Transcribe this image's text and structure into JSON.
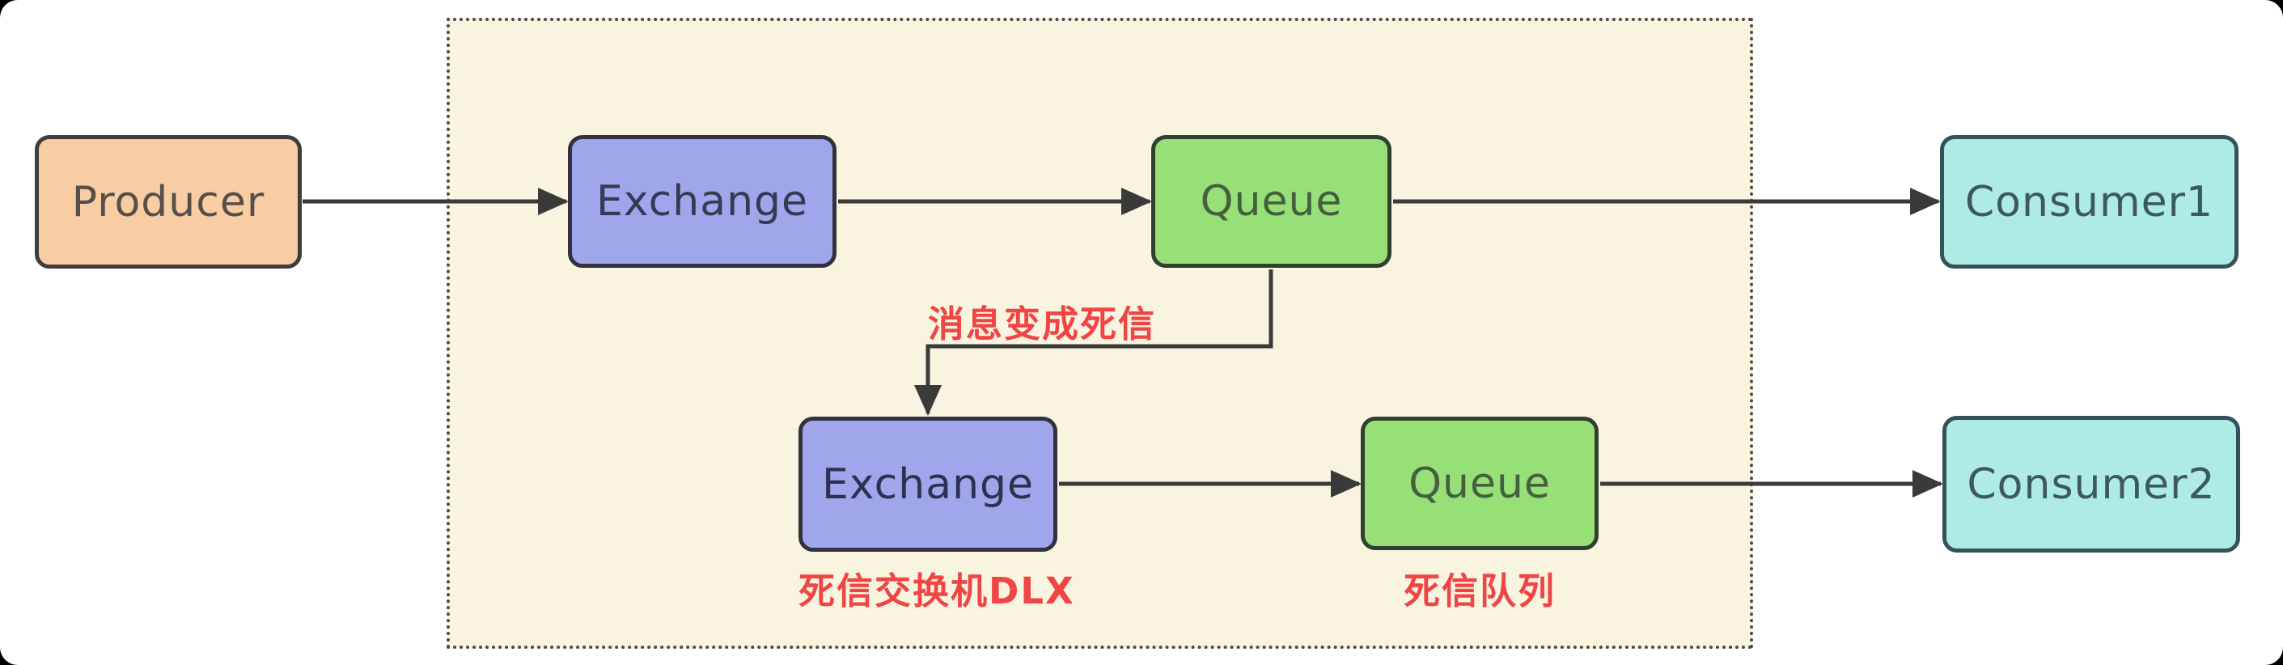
{
  "diagram": {
    "type": "flow-diagram",
    "topic": "RabbitMQ dead letter exchange (DLX) message flow",
    "nodes": {
      "producer": {
        "label": "Producer"
      },
      "exchange_main": {
        "label": "Exchange"
      },
      "queue_main": {
        "label": "Queue"
      },
      "consumer1": {
        "label": "Consumer1"
      },
      "exchange_dlx": {
        "label": "Exchange"
      },
      "queue_dlx": {
        "label": "Queue"
      },
      "consumer2": {
        "label": "Consumer2"
      }
    },
    "annotations": {
      "dead_message": "消息变成死信",
      "dlx_exchange": "死信交换机DLX",
      "dlx_queue": "死信队列"
    },
    "edges": [
      {
        "from": "producer",
        "to": "exchange_main",
        "style": "straight-arrow"
      },
      {
        "from": "exchange_main",
        "to": "queue_main",
        "style": "straight-arrow"
      },
      {
        "from": "queue_main",
        "to": "consumer1",
        "style": "straight-arrow"
      },
      {
        "from": "queue_main",
        "to": "exchange_dlx",
        "style": "elbow-arrow",
        "label": "消息变成死信"
      },
      {
        "from": "exchange_dlx",
        "to": "queue_dlx",
        "style": "straight-arrow"
      },
      {
        "from": "queue_dlx",
        "to": "consumer2",
        "style": "straight-arrow"
      }
    ],
    "colors": {
      "producer_fill": "#f9cda3",
      "exchange_fill": "#a0a6ec",
      "queue_fill": "#97e077",
      "consumer_fill": "#aeebe5",
      "container_fill": "#f8f4df",
      "annotation_red": "#f04545",
      "arrow": "#3a3a3a",
      "page_bg": "#ffffff"
    }
  }
}
